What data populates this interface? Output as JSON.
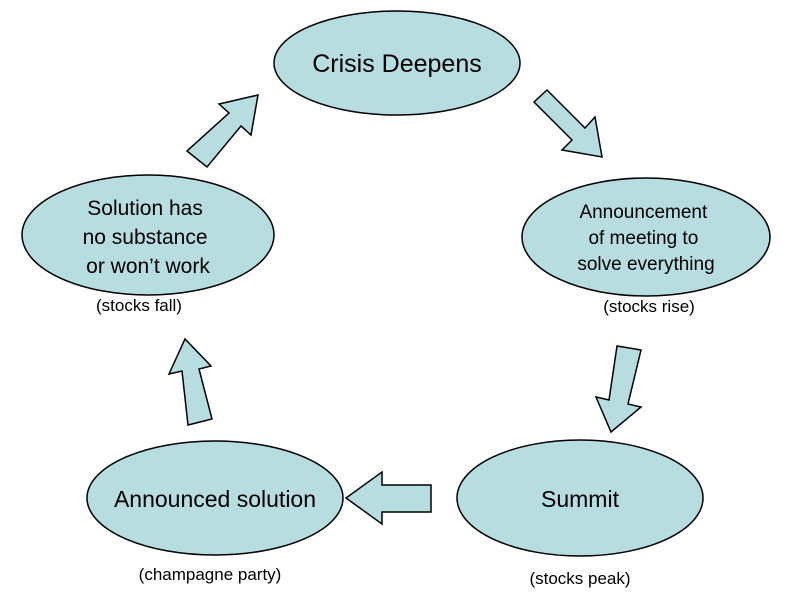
{
  "colors": {
    "node_fill": "#b7dde0",
    "arrow_fill": "#b7dde0",
    "stroke": "#000000",
    "background": "#ffffff"
  },
  "nodes": {
    "crisis": {
      "lines": [
        "Crisis Deepens"
      ]
    },
    "announcement": {
      "lines": [
        "Announcement",
        "of meeting to",
        "solve everything"
      ]
    },
    "summit": {
      "lines": [
        "Summit"
      ]
    },
    "announced_solution": {
      "lines": [
        "Announced solution"
      ]
    },
    "no_substance": {
      "lines": [
        "Solution has",
        "no substance",
        "or won’t work"
      ]
    }
  },
  "notes": {
    "stocks_rise": "(stocks rise)",
    "stocks_peak": "(stocks peak)",
    "champagne_party": "(champagne party)",
    "stocks_fall": "(stocks fall)"
  },
  "flow": [
    [
      "crisis",
      "announcement"
    ],
    [
      "announcement",
      "summit"
    ],
    [
      "summit",
      "announced_solution"
    ],
    [
      "announced_solution",
      "no_substance"
    ],
    [
      "no_substance",
      "crisis"
    ]
  ]
}
